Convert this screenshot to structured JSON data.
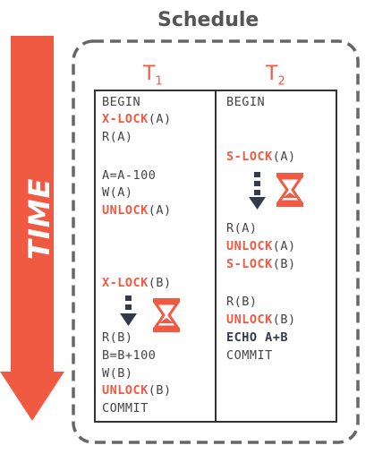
{
  "title": "Schedule",
  "time_label": "TIME",
  "colors": {
    "accent": "#f05a43",
    "text": "#444444",
    "border": "#333333"
  },
  "transactions": [
    {
      "name": "T",
      "sub": "1"
    },
    {
      "name": "T",
      "sub": "2"
    }
  ],
  "t1": {
    "l1": {
      "text": "BEGIN"
    },
    "l2": {
      "kw": "X-LOCK",
      "arg": "(A)"
    },
    "l3": {
      "text": "R(A)"
    },
    "l4": {
      "text": "A=A-100"
    },
    "l5": {
      "text": "W(A)"
    },
    "l6": {
      "kw": "UNLOCK",
      "arg": "(A)"
    },
    "l7": {
      "kw": "X-LOCK",
      "arg": "(B)"
    },
    "l8": {
      "text": "R(B)"
    },
    "l9": {
      "text": "B=B+100"
    },
    "l10": {
      "text": "W(B)"
    },
    "l11": {
      "kw": "UNLOCK",
      "arg": "(B)"
    },
    "l12": {
      "text": "COMMIT"
    }
  },
  "t2": {
    "l1": {
      "text": "BEGIN"
    },
    "l2": {
      "kw": "S-LOCK",
      "arg": "(A)"
    },
    "l3": {
      "text": "R(A)"
    },
    "l4": {
      "kw": "UNLOCK",
      "arg": "(A)"
    },
    "l5": {
      "kw": "S-LOCK",
      "arg": "(B)"
    },
    "l6": {
      "text": "R(B)"
    },
    "l7": {
      "kw": "UNLOCK",
      "arg": "(B)"
    },
    "l8": {
      "bold": "ECHO A+B"
    },
    "l9": {
      "text": "COMMIT"
    }
  },
  "icons": {
    "wait": "hourglass-icon",
    "arrow": "dashed-arrow-down-icon"
  }
}
